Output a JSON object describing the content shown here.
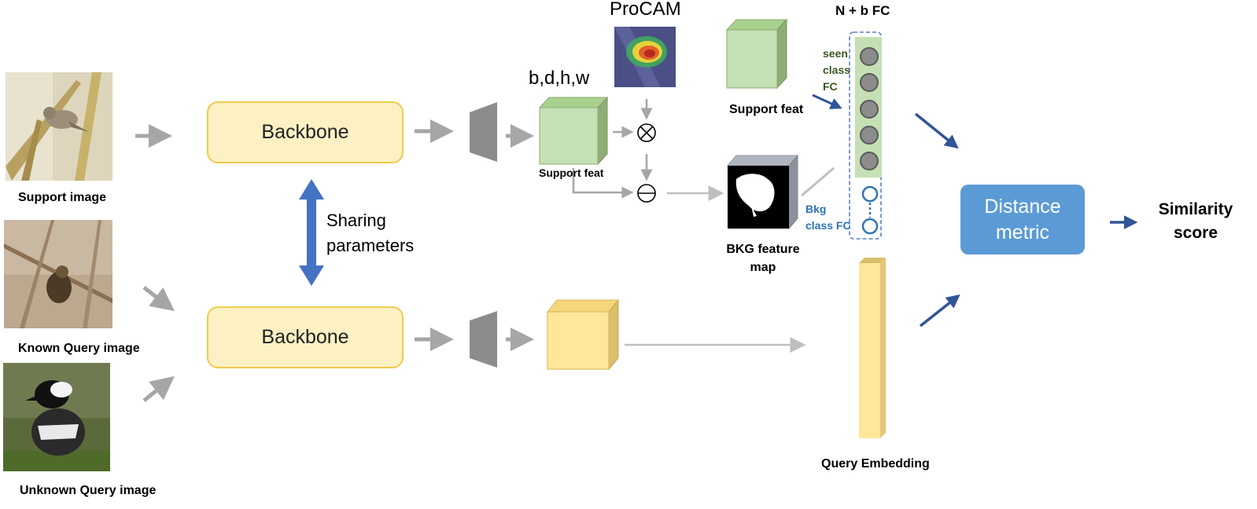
{
  "labels": {
    "support_image": "Support image",
    "known_query_image": "Known Query image",
    "unknown_query_image": "Unknown Query image",
    "backbone_top": "Backbone",
    "backbone_bottom": "Backbone",
    "sharing_line1": "Sharing",
    "sharing_line2": "parameters",
    "dims": "b,d,h,w",
    "procam": "ProCAM",
    "support_feat_small": "Support feat",
    "support_feat_right": "Support feat",
    "bkg_feature_line1": "BKG feature",
    "bkg_feature_line2": "map",
    "nb_fc": "N + b FC",
    "seen_line1": "seen",
    "seen_line2": "class",
    "seen_line3": "FC",
    "bkg_fc_line1": "Bkg",
    "bkg_fc_line2": "class FC",
    "distance_line1": "Distance",
    "distance_line2": "metric",
    "similarity_line1": "Similarity",
    "similarity_line2": "score",
    "query_embedding": "Query Embedding"
  },
  "colors": {
    "backbone_fill": "#fdf1c4",
    "backbone_border": "#f2c94c",
    "feat_green": "#c5e0b4",
    "feat_yellow": "#ffe699",
    "arrow_gray": "#a6a6a6",
    "arrow_blue": "#2f5597",
    "sharing_blue": "#4472c4",
    "distance_fill": "#5b9bd5",
    "seen_text": "#385723",
    "bkg_text": "#2e75b6"
  },
  "icons": [
    "multiply-circle-icon",
    "minus-circle-icon",
    "double-headed-arrow-icon"
  ]
}
